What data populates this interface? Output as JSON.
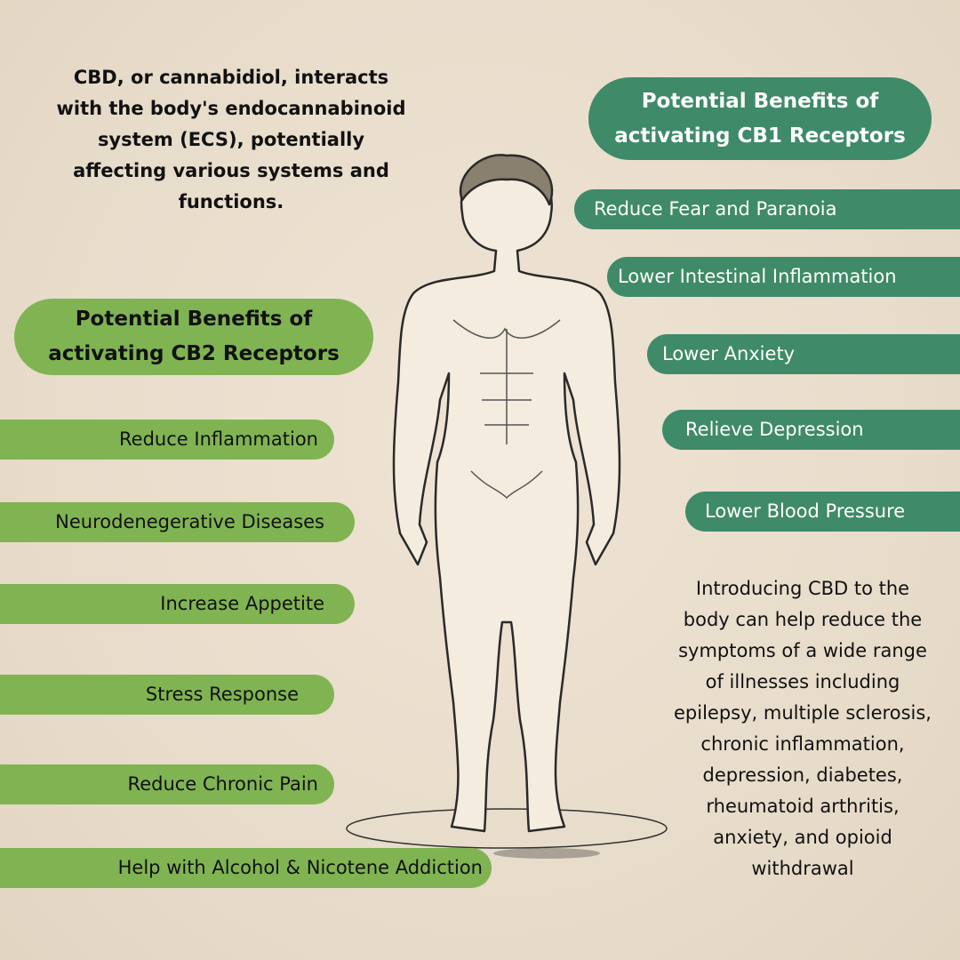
{
  "intro_text": "CBD, or cannabidiol, interacts with the body's endocannabinoid system (ECS), potentially affecting various systems and functions.",
  "cb1": {
    "title": "Potential Benefits of activating CB1 Receptors",
    "items": [
      "Reduce Fear and Paranoia",
      "Lower Intestinal Inflammation",
      "Lower Anxiety",
      "Relieve Depression",
      "Lower Blood Pressure"
    ]
  },
  "cb2": {
    "title": "Potential Benefits of activating CB2 Receptors",
    "items": [
      "Reduce Inflammation",
      "Neurodenegerative Diseases",
      "Increase Appetite",
      "Stress Response",
      "Reduce Chronic Pain",
      "Help with Alcohol & Nicotene Addiction"
    ]
  },
  "outro_text": "Introducing CBD to the body can help reduce the symptoms of a wide range of illnesses including epilepsy, multiple sclerosis, chronic inflammation, depression, diabetes, rheumatoid arthritis, anxiety, and opioid withdrawal",
  "colors": {
    "cb1": "#3f8a68",
    "cb2": "#80b452",
    "background": "#e8dccb"
  }
}
